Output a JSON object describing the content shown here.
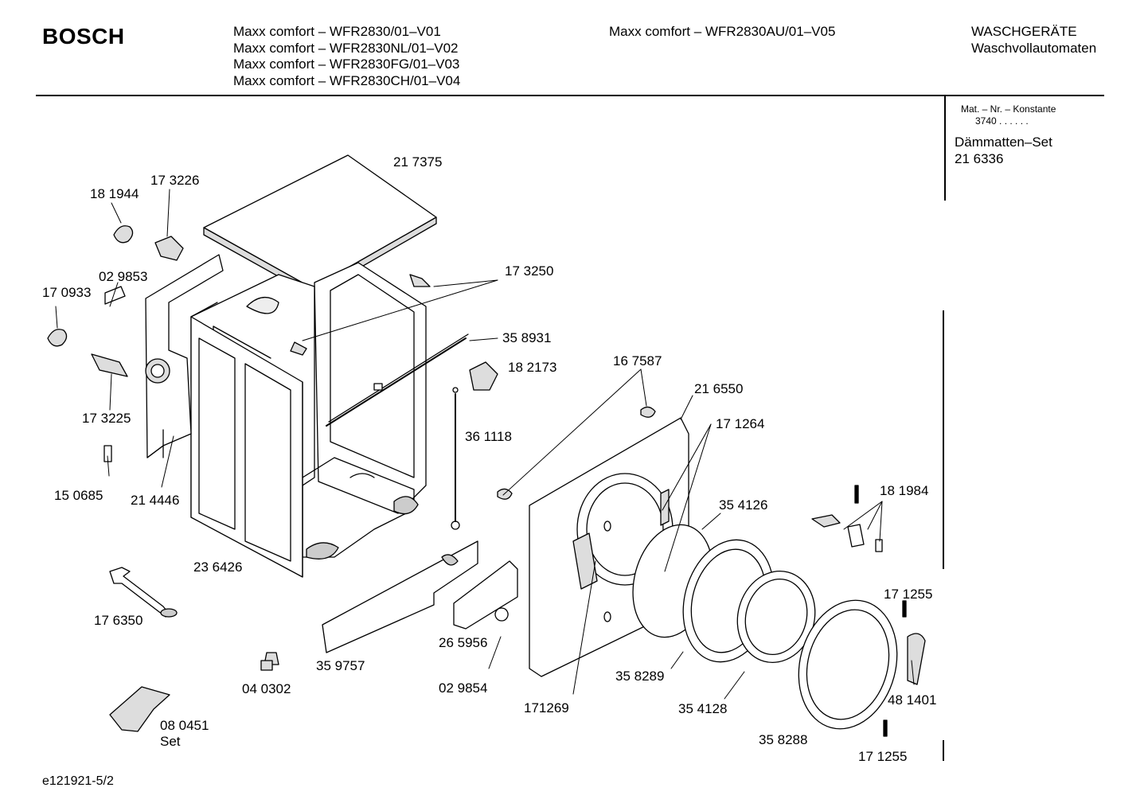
{
  "header": {
    "brand": "BOSCH",
    "models_left": [
      "Maxx comfort – WFR2830/01–V01",
      "Maxx comfort – WFR2830NL/01–V02",
      "Maxx comfort – WFR2830FG/01–V03",
      "Maxx comfort – WFR2830CH/01–V04"
    ],
    "models_right": "Maxx comfort – WFR2830AU/01–V05",
    "category": "WASCHGERÄTE",
    "subcategory": "Waschvollautomaten"
  },
  "sidebar": {
    "mat_label": "Mat. – Nr. – Konstante",
    "mat_value": "3740 . .   . . . .",
    "set_name": "Dämmatten–Set",
    "set_number": "21 6336"
  },
  "parts": [
    {
      "id": "p1",
      "label": "21 7375"
    },
    {
      "id": "p2",
      "label": "17 3226"
    },
    {
      "id": "p3",
      "label": "18 1944"
    },
    {
      "id": "p4",
      "label": "02 9853"
    },
    {
      "id": "p5",
      "label": "17 0933"
    },
    {
      "id": "p6",
      "label": "17 3250"
    },
    {
      "id": "p7",
      "label": "35 8931"
    },
    {
      "id": "p8",
      "label": "18 2173"
    },
    {
      "id": "p9",
      "label": "17 3225"
    },
    {
      "id": "p10",
      "label": "36 1118"
    },
    {
      "id": "p11",
      "label": "16 7587"
    },
    {
      "id": "p12",
      "label": "21 6550"
    },
    {
      "id": "p13",
      "label": "17 1264"
    },
    {
      "id": "p14",
      "label": "15 0685"
    },
    {
      "id": "p15",
      "label": "21 4446"
    },
    {
      "id": "p16",
      "label": "35 4126"
    },
    {
      "id": "p17",
      "label": "18 1984"
    },
    {
      "id": "p18",
      "label": "23 6426"
    },
    {
      "id": "p19",
      "label": "17 1255"
    },
    {
      "id": "p20",
      "label": "17 6350"
    },
    {
      "id": "p21",
      "label": "26 5956"
    },
    {
      "id": "p22",
      "label": "35 9757"
    },
    {
      "id": "p23",
      "label": "35 8289"
    },
    {
      "id": "p24",
      "label": "48 1401"
    },
    {
      "id": "p25",
      "label": "04 0302"
    },
    {
      "id": "p26",
      "label": "02 9854"
    },
    {
      "id": "p27",
      "label": "171269"
    },
    {
      "id": "p28",
      "label": "35 4128"
    },
    {
      "id": "p29",
      "label": "08 0451"
    },
    {
      "id": "p30",
      "label": "Set"
    },
    {
      "id": "p31",
      "label": "35 8288"
    },
    {
      "id": "p32",
      "label": "17 1255"
    }
  ],
  "footer": {
    "doc_id": "e121921-5/2"
  }
}
